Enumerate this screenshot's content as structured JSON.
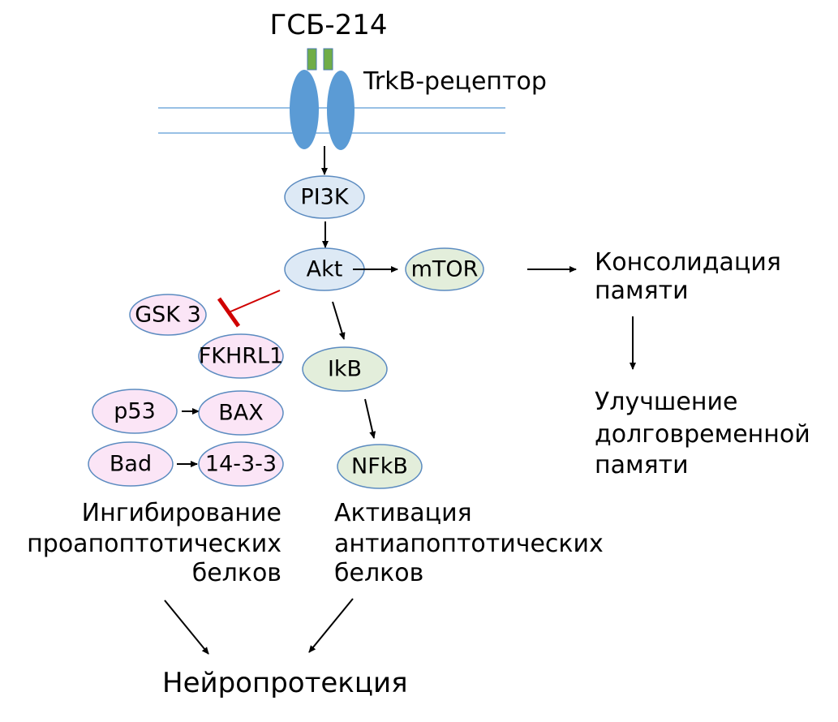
{
  "ligand": "ГСБ-214",
  "receptor": "TrkB-рецептор",
  "nodes": {
    "pi3k": "PI3K",
    "akt": "Akt",
    "mtor": "mTOR",
    "gsk3": "GSK 3",
    "fkhrl1": "FKHRL1",
    "ikb": "IkB",
    "nfkb": "NFkB",
    "p53": "p53",
    "bax": "BAX",
    "bad": "Bad",
    "p1433": "14-3-3"
  },
  "outcomes": {
    "consolidation": [
      "Консолидация",
      "памяти"
    ],
    "improvement": [
      "Улучшение",
      "долговременной",
      "памяти"
    ],
    "inhibition": [
      "Ингибирование",
      "проапоптотических",
      "белков"
    ],
    "activation": [
      "Активация",
      "антиапоптотических",
      "белков"
    ],
    "neuroprotection": "Нейропротекция"
  },
  "colors": {
    "receptor": "#5b9bd5",
    "ligand": "#70ad47",
    "inhibition": "#d00000"
  }
}
